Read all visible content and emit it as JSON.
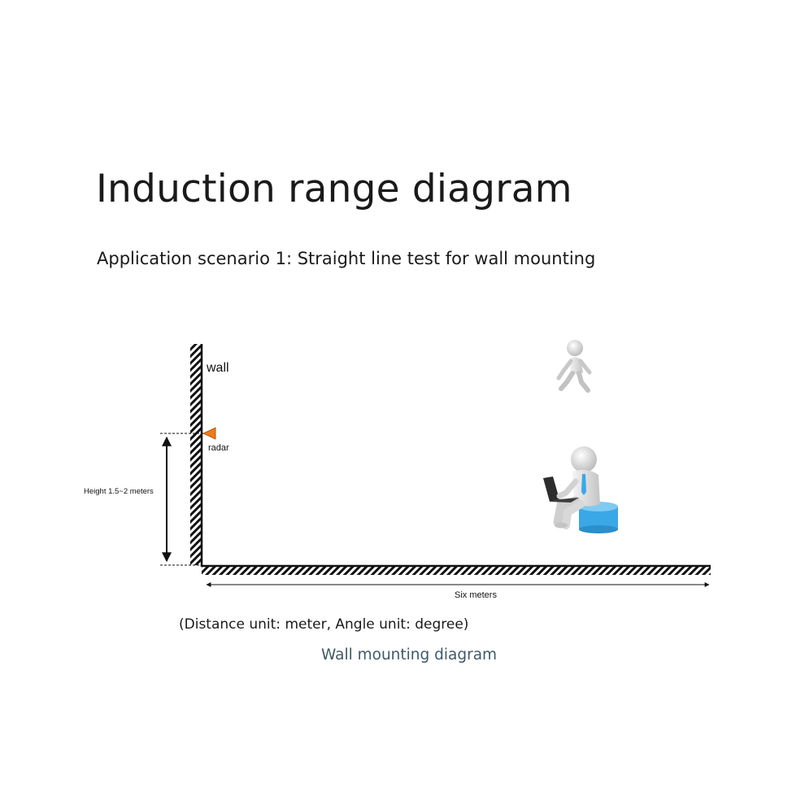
{
  "title": "Induction range diagram",
  "subtitle": "Application scenario 1: Straight line test for wall mounting",
  "diagram": {
    "wall_label": "wall",
    "radar_label": "radar",
    "height_label": "Height 1.5~2 meters",
    "distance_label": "Six meters",
    "unit_note": "(Distance unit: meter, Angle unit: degree)",
    "caption": "Wall mounting diagram"
  },
  "colors": {
    "radar": "#f07a1a",
    "stool": "#3aa8e6",
    "caption": "#3f5a66",
    "figure": "#dcdcdc"
  },
  "icons": [
    "walking-person-icon",
    "seated-person-laptop-icon",
    "radar-sensor-icon"
  ]
}
